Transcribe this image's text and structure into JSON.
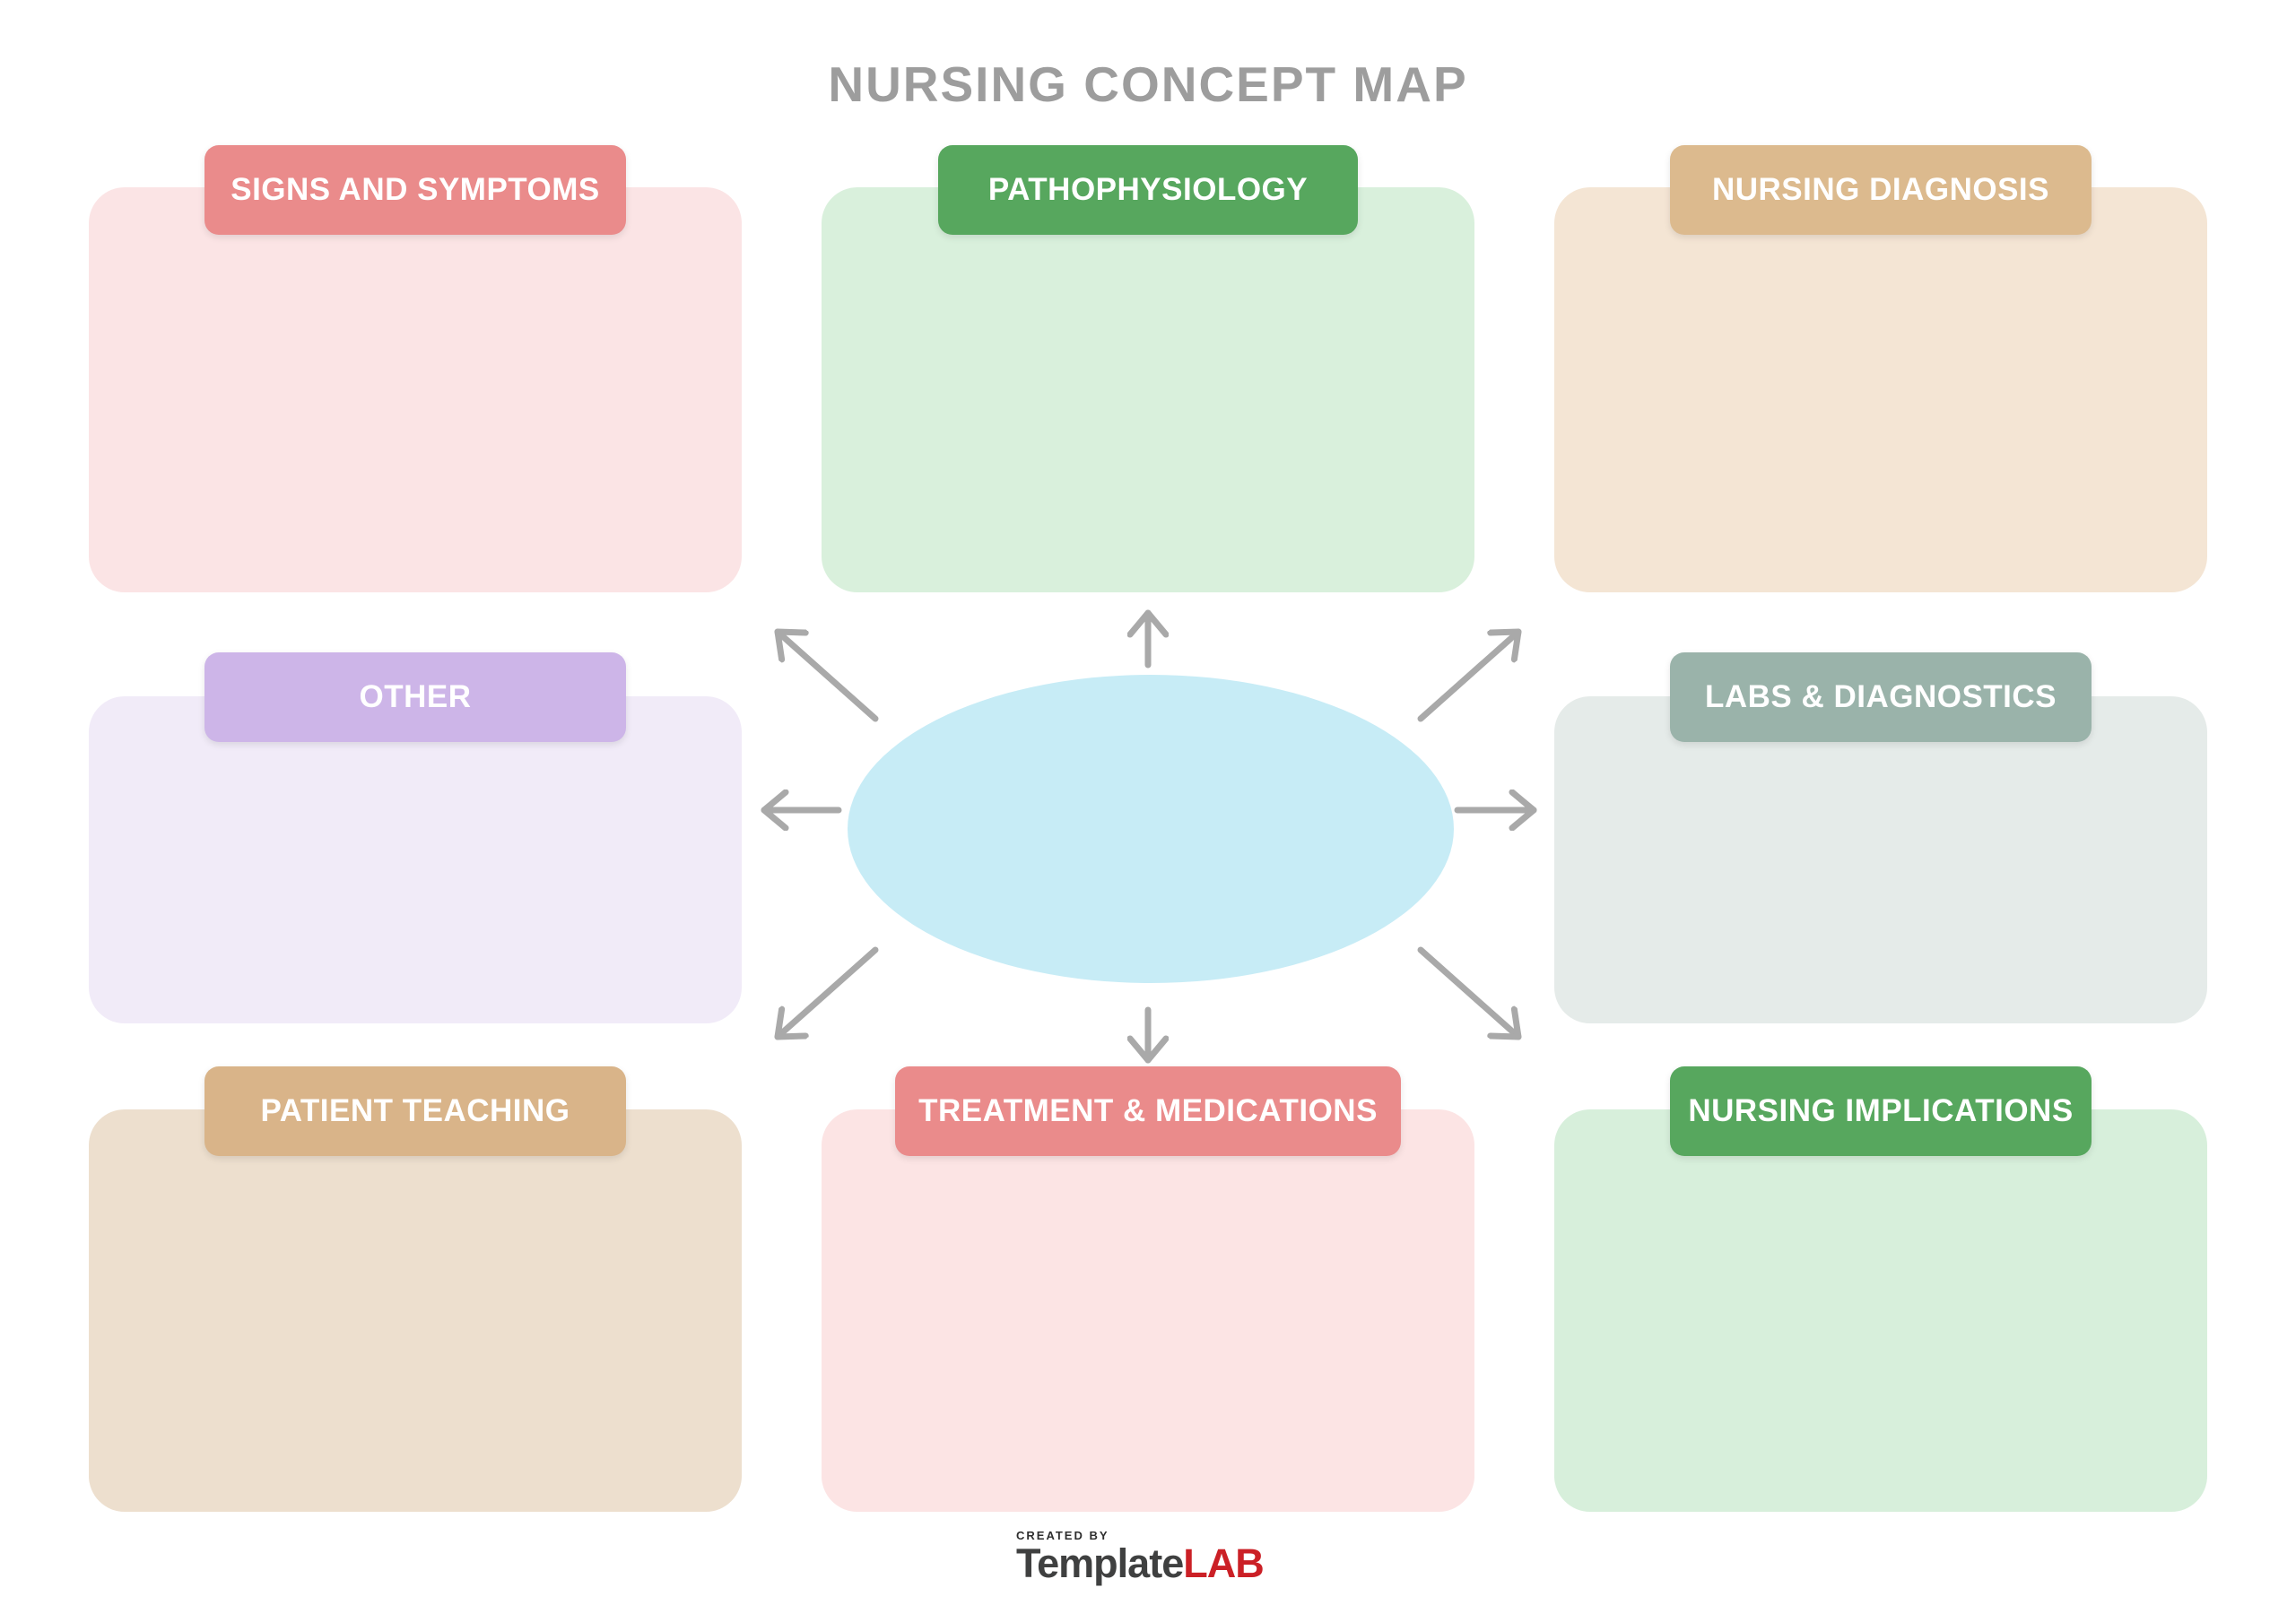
{
  "title": "NURSING CONCEPT MAP",
  "center_topic": {
    "shape": "ellipse",
    "label": "",
    "fill": "#c7ecf6"
  },
  "boxes": [
    {
      "id": "signs-and-symptoms",
      "label": "SIGNS AND SYMPTOMS",
      "header_color": "#ea8b8b",
      "body_color": "#fbe4e5"
    },
    {
      "id": "pathophysiology",
      "label": "PATHOPHYSIOLOGY",
      "header_color": "#57a75e",
      "body_color": "#d9f0dc"
    },
    {
      "id": "nursing-diagnosis",
      "label": "NURSING DIAGNOSIS",
      "header_color": "#dcba8e",
      "body_color": "#f4e5d4"
    },
    {
      "id": "other",
      "label": "OTHER",
      "header_color": "#cdb5e8",
      "body_color": "#f1ebf8"
    },
    {
      "id": "labs-diagnostics",
      "label": "LABS & DIAGNOSTICS",
      "header_color": "#9ab3aa",
      "body_color": "#e5ebe9"
    },
    {
      "id": "patient-teaching",
      "label": "PATIENT TEACHING",
      "header_color": "#d9b489",
      "body_color": "#eddfce"
    },
    {
      "id": "treatment-medications",
      "label": "TREATMENT & MEDICATIONS",
      "header_color": "#ea8b8b",
      "body_color": "#fce4e4"
    },
    {
      "id": "nursing-implications",
      "label": "NURSING IMPLICATIONS",
      "header_color": "#57a75e",
      "body_color": "#d7efdb"
    }
  ],
  "arrows": {
    "color": "#a9a9a9",
    "directions": [
      "up",
      "up-right",
      "right",
      "down-right",
      "down",
      "down-left",
      "left",
      "up-left"
    ]
  },
  "colors": {
    "background": "#ffffff",
    "title_text": "#9d9d9d",
    "header_text": "#ffffff",
    "arrow": "#a9a9a9",
    "ellipse": "#c7ecf6"
  },
  "footer": {
    "created_by": "CREATED BY",
    "brand_prefix": "Template",
    "brand_suffix": "LAB",
    "brand_prefix_color": "#3f4040",
    "brand_suffix_color": "#cb2026"
  }
}
